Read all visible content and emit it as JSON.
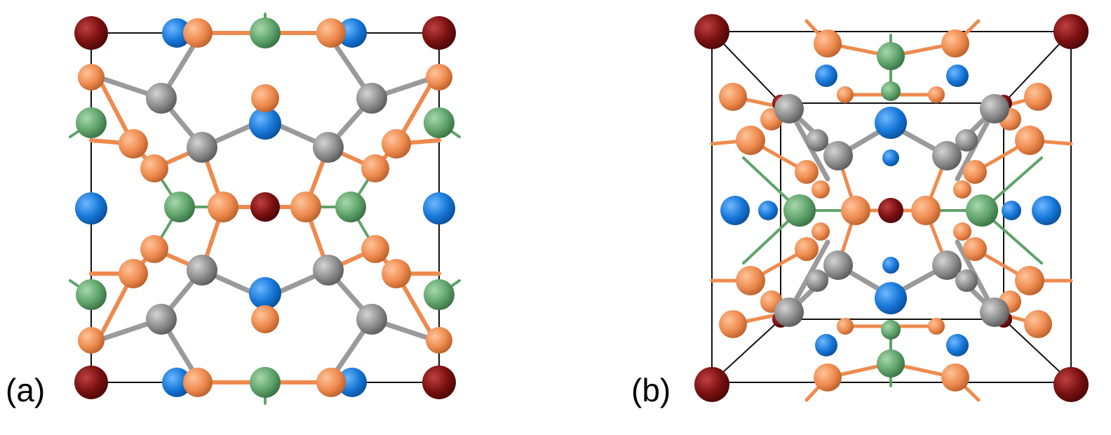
{
  "panels": [
    {
      "id": "a",
      "label": "(a)"
    },
    {
      "id": "b",
      "label": "(b)"
    }
  ],
  "colors": {
    "background": "#ffffff",
    "cell_edge": "#111111",
    "atom_dark_red": "#7a1010",
    "atom_blue": "#1677d8",
    "atom_orange": "#ee8a4e",
    "atom_green": "#5fa36a",
    "atom_gray": "#8c8c8c",
    "bond_orange": "#ee8a4e",
    "bond_gray": "#9a9a9a",
    "bond_green": "#5fa36a"
  },
  "legend": []
}
